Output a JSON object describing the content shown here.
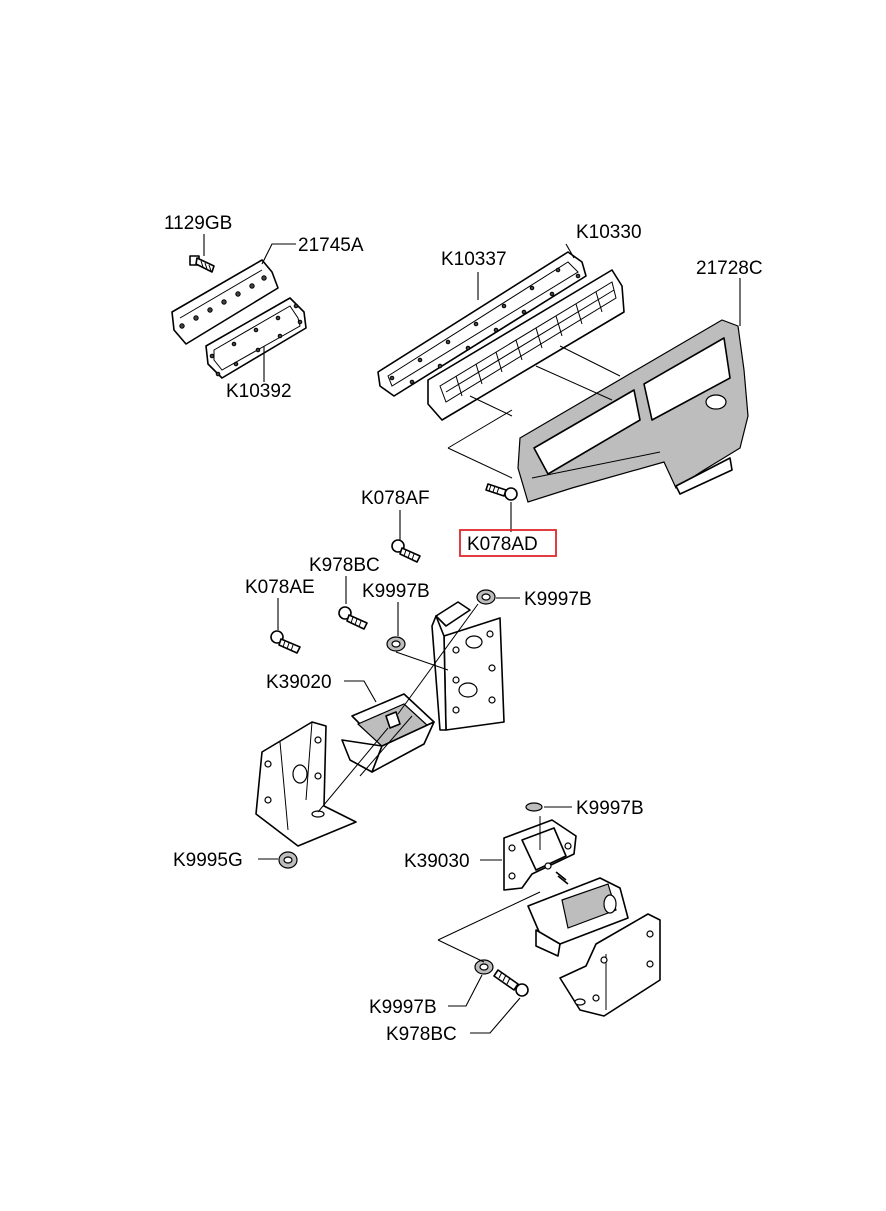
{
  "highlight_color": "#e0262b",
  "labels": {
    "p1129GB": "1129GB",
    "p21745A": "21745A",
    "p10392": "K10392",
    "p10337": "K10337",
    "p10330": "K10330",
    "p21728C": "21728C",
    "p078AF": "K078AF",
    "p078AD": "K078AD",
    "p978BC_top": "K978BC",
    "p078AE": "K078AE",
    "p9997B_a": "K9997B",
    "p9997B_b": "K9997B",
    "p39020": "K39020",
    "p9997B_c": "K9997B",
    "p9995G": "K9995G",
    "p39030": "K39030",
    "p9997B_d": "K9997B",
    "p978BC_bot": "K978BC"
  }
}
